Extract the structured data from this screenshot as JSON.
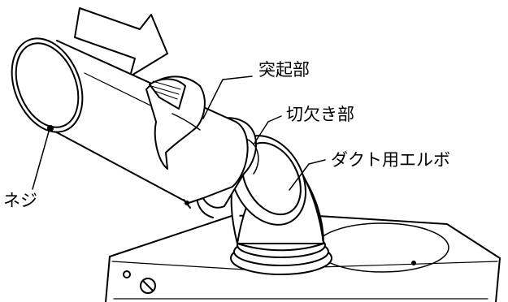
{
  "labels": {
    "protrusion": "突起部",
    "notch": "切欠き部",
    "duct_elbow": "ダクト用エルボ",
    "screw": "ネジ"
  },
  "colors": {
    "line": "#000000",
    "background": "#ffffff"
  },
  "icons": {
    "direction": "arrow-right-icon",
    "screw_head": "screw-icon"
  }
}
